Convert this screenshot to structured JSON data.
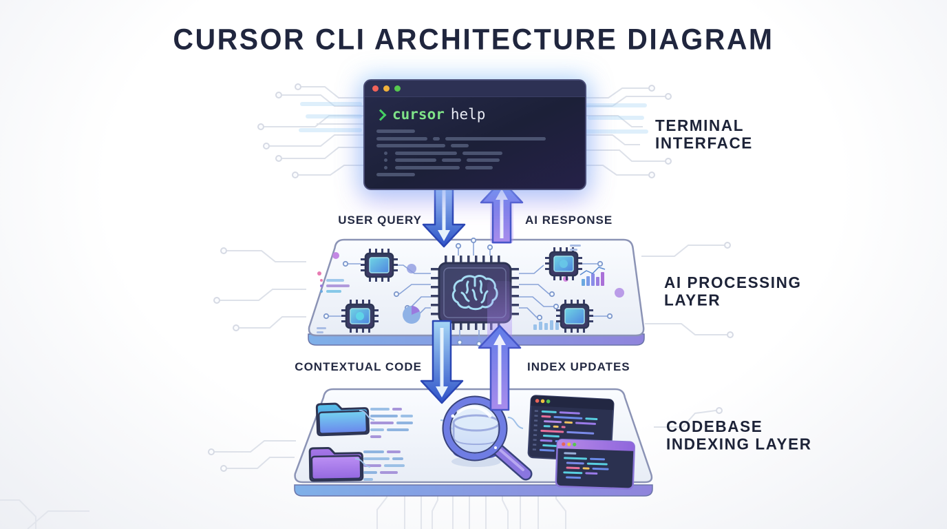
{
  "title": "CURSOR CLI ARCHITECTURE DIAGRAM",
  "terminal": {
    "prompt_icon": "chevron-right",
    "command": "cursor",
    "argument": "help",
    "window_controls": [
      "close",
      "minimize",
      "zoom"
    ]
  },
  "flows": {
    "user_query": "USER QUERY",
    "ai_response": "AI RESPONSE",
    "contextual_code": "CONTEXTUAL CODE",
    "index_updates": "INDEX UPDATES"
  },
  "labels": {
    "terminal": {
      "line1": "TERMINAL",
      "line2": "INTERFACE"
    },
    "ai": {
      "line1": "AI PROCESSING",
      "line2": "LAYER"
    },
    "codebase": {
      "line1": "CODEBASE",
      "line2": "INDEXING LAYER"
    }
  },
  "colors": {
    "title_text": "#20263e",
    "terminal_bg": "#1d2240",
    "prompt_green": "#45cf63",
    "command_green": "#7fe388",
    "argument_text": "#e8ebf4",
    "arrow_down_blue": "#2e52c8",
    "arrow_up_purple": "#a98cec",
    "accent_cyan": "#58cfe0",
    "board_fill": "#f5f8fc",
    "board_edge_left": "#7fb0e8",
    "board_edge_right": "#8f84dc",
    "window_control_close": "#f2635a",
    "window_control_minimize": "#f0b13c",
    "window_control_zoom": "#57c94f"
  }
}
